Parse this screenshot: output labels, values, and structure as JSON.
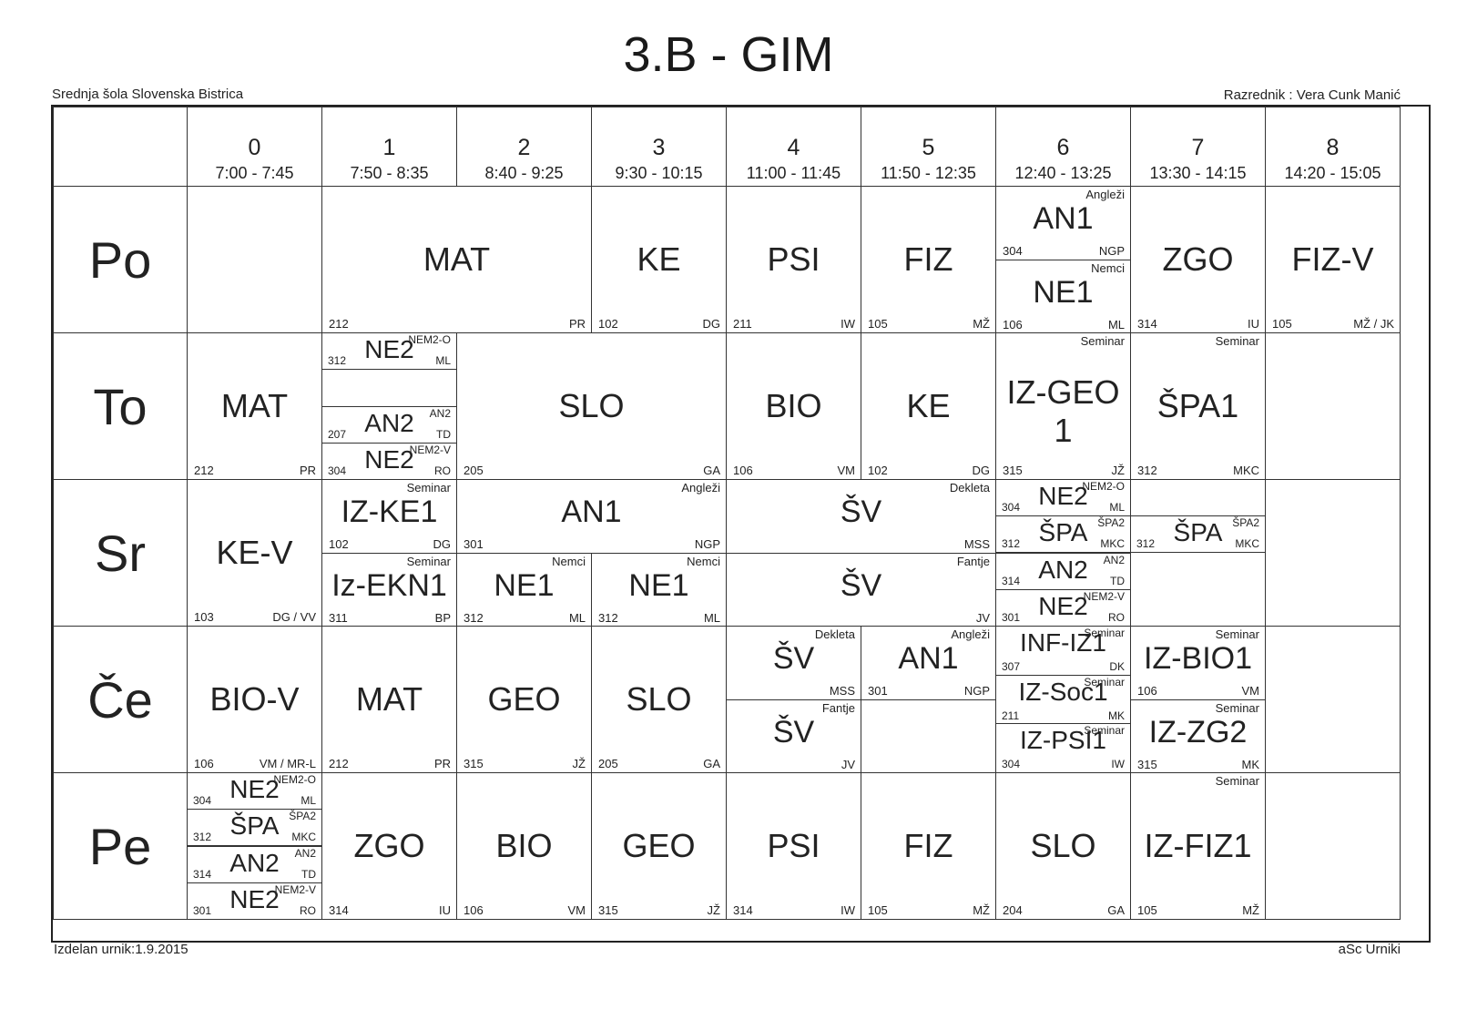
{
  "title": "3.B - GIM",
  "school": "Srednja šola Slovenska Bistrica",
  "teacher": "Razrednik : Vera Cunk Manić",
  "made": "Izdelan urnik:1.9.2015",
  "brand": "aSc Urniki",
  "periods": [
    {
      "num": "0",
      "time": "7:00 - 7:45"
    },
    {
      "num": "1",
      "time": "7:50 - 8:35"
    },
    {
      "num": "2",
      "time": "8:40 - 9:25"
    },
    {
      "num": "3",
      "time": "9:30 - 10:15"
    },
    {
      "num": "4",
      "time": "11:00 - 11:45"
    },
    {
      "num": "5",
      "time": "11:50 - 12:35"
    },
    {
      "num": "6",
      "time": "12:40 - 13:25"
    },
    {
      "num": "7",
      "time": "13:30 - 14:15"
    },
    {
      "num": "8",
      "time": "14:20 - 15:05"
    }
  ],
  "days": [
    "Po",
    "To",
    "Sr",
    "Če",
    "Pe"
  ],
  "lessons": [
    {
      "day": 0,
      "p": 1,
      "span": 2,
      "sub": [
        0,
        1
      ],
      "subj": "MAT",
      "group": "",
      "room": "212",
      "teacher": "PR"
    },
    {
      "day": 0,
      "p": 3,
      "span": 1,
      "sub": [
        0,
        1
      ],
      "subj": "KE",
      "group": "",
      "room": "102",
      "teacher": "DG"
    },
    {
      "day": 0,
      "p": 4,
      "span": 1,
      "sub": [
        0,
        1
      ],
      "subj": "PSI",
      "group": "",
      "room": "211",
      "teacher": "IW"
    },
    {
      "day": 0,
      "p": 5,
      "span": 1,
      "sub": [
        0,
        1
      ],
      "subj": "FIZ",
      "group": "",
      "room": "105",
      "teacher": "MŽ"
    },
    {
      "day": 0,
      "p": 6,
      "span": 1,
      "sub": [
        0,
        0.5
      ],
      "subj": "AN1",
      "group": "Angleži",
      "room": "304",
      "teacher": "NGP"
    },
    {
      "day": 0,
      "p": 6,
      "span": 1,
      "sub": [
        0.5,
        1
      ],
      "subj": "NE1",
      "group": "Nemci",
      "room": "106",
      "teacher": "ML"
    },
    {
      "day": 0,
      "p": 7,
      "span": 1,
      "sub": [
        0,
        1
      ],
      "subj": "ZGO",
      "group": "",
      "room": "314",
      "teacher": "IU"
    },
    {
      "day": 0,
      "p": 8,
      "span": 1,
      "sub": [
        0,
        1
      ],
      "subj": "FIZ-V",
      "group": "",
      "room": "105",
      "teacher": "MŽ / JK"
    },
    {
      "day": 1,
      "p": 0,
      "span": 1,
      "sub": [
        0,
        1
      ],
      "subj": "MAT",
      "group": "",
      "room": "212",
      "teacher": "PR"
    },
    {
      "day": 1,
      "p": 1,
      "span": 1,
      "sub": [
        0,
        0.25
      ],
      "subj": "NE2",
      "group": "NEM2-O",
      "room": "312",
      "teacher": "ML"
    },
    {
      "day": 1,
      "p": 1,
      "span": 1,
      "sub": [
        0.5,
        0.75
      ],
      "subj": "AN2",
      "group": "AN2",
      "room": "207",
      "teacher": "TD"
    },
    {
      "day": 1,
      "p": 1,
      "span": 1,
      "sub": [
        0.75,
        1
      ],
      "subj": "NE2",
      "group": "NEM2-V",
      "room": "304",
      "teacher": "RO"
    },
    {
      "day": 1,
      "p": 2,
      "span": 2,
      "sub": [
        0,
        1
      ],
      "subj": "SLO",
      "group": "",
      "room": "205",
      "teacher": "GA"
    },
    {
      "day": 1,
      "p": 4,
      "span": 1,
      "sub": [
        0,
        1
      ],
      "subj": "BIO",
      "group": "",
      "room": "106",
      "teacher": "VM"
    },
    {
      "day": 1,
      "p": 5,
      "span": 1,
      "sub": [
        0,
        1
      ],
      "subj": "KE",
      "group": "",
      "room": "102",
      "teacher": "DG"
    },
    {
      "day": 1,
      "p": 6,
      "span": 1,
      "sub": [
        0,
        1
      ],
      "subj": "IZ-GEO 1",
      "group": "Seminar",
      "room": "315",
      "teacher": "JŽ"
    },
    {
      "day": 1,
      "p": 7,
      "span": 1,
      "sub": [
        0,
        1
      ],
      "subj": "ŠPA1",
      "group": "Seminar",
      "room": "312",
      "teacher": "MKC"
    },
    {
      "day": 2,
      "p": 0,
      "span": 1,
      "sub": [
        0,
        1
      ],
      "subj": "KE-V",
      "group": "",
      "room": "103",
      "teacher": "DG / VV"
    },
    {
      "day": 2,
      "p": 1,
      "span": 1,
      "sub": [
        0,
        0.5
      ],
      "subj": "IZ-KE1",
      "group": "Seminar",
      "room": "102",
      "teacher": "DG"
    },
    {
      "day": 2,
      "p": 1,
      "span": 1,
      "sub": [
        0.5,
        1
      ],
      "subj": "Iz-EKN1",
      "group": "Seminar",
      "room": "311",
      "teacher": "BP"
    },
    {
      "day": 2,
      "p": 2,
      "span": 2,
      "sub": [
        0,
        0.5
      ],
      "subj": "AN1",
      "group": "Angleži",
      "room": "301",
      "teacher": "NGP"
    },
    {
      "day": 2,
      "p": 2,
      "span": 1,
      "sub": [
        0.5,
        1
      ],
      "subj": "NE1",
      "group": "Nemci",
      "room": "312",
      "teacher": "ML"
    },
    {
      "day": 2,
      "p": 3,
      "span": 1,
      "sub": [
        0.5,
        1
      ],
      "subj": "NE1",
      "group": "Nemci",
      "room": "312",
      "teacher": "ML"
    },
    {
      "day": 2,
      "p": 4,
      "span": 2,
      "sub": [
        0,
        0.5
      ],
      "subj": "ŠV",
      "group": "Dekleta",
      "room": "",
      "teacher": "MSS"
    },
    {
      "day": 2,
      "p": 4,
      "span": 2,
      "sub": [
        0.5,
        1
      ],
      "subj": "ŠV",
      "group": "Fantje",
      "room": "",
      "teacher": "JV"
    },
    {
      "day": 2,
      "p": 6,
      "span": 1,
      "sub": [
        0,
        0.25
      ],
      "subj": "NE2",
      "group": "NEM2-O",
      "room": "304",
      "teacher": "ML"
    },
    {
      "day": 2,
      "p": 6,
      "span": 1,
      "sub": [
        0.25,
        0.5
      ],
      "subj": "ŠPA",
      "group": "ŠPA2",
      "room": "312",
      "teacher": "MKC"
    },
    {
      "day": 2,
      "p": 6,
      "span": 1,
      "sub": [
        0.5,
        0.75
      ],
      "subj": "AN2",
      "group": "AN2",
      "room": "314",
      "teacher": "TD"
    },
    {
      "day": 2,
      "p": 6,
      "span": 1,
      "sub": [
        0.75,
        1
      ],
      "subj": "NE2",
      "group": "NEM2-V",
      "room": "301",
      "teacher": "RO"
    },
    {
      "day": 2,
      "p": 7,
      "span": 1,
      "sub": [
        0.25,
        0.5
      ],
      "subj": "ŠPA",
      "group": "ŠPA2",
      "room": "312",
      "teacher": "MKC"
    },
    {
      "day": 3,
      "p": 0,
      "span": 1,
      "sub": [
        0,
        1
      ],
      "subj": "BIO-V",
      "group": "",
      "room": "106",
      "teacher": "VM / MR-L"
    },
    {
      "day": 3,
      "p": 1,
      "span": 1,
      "sub": [
        0,
        1
      ],
      "subj": "MAT",
      "group": "",
      "room": "212",
      "teacher": "PR"
    },
    {
      "day": 3,
      "p": 2,
      "span": 1,
      "sub": [
        0,
        1
      ],
      "subj": "GEO",
      "group": "",
      "room": "315",
      "teacher": "JŽ"
    },
    {
      "day": 3,
      "p": 3,
      "span": 1,
      "sub": [
        0,
        1
      ],
      "subj": "SLO",
      "group": "",
      "room": "205",
      "teacher": "GA"
    },
    {
      "day": 3,
      "p": 4,
      "span": 1,
      "sub": [
        0,
        0.5
      ],
      "subj": "ŠV",
      "group": "Dekleta",
      "room": "",
      "teacher": "MSS"
    },
    {
      "day": 3,
      "p": 4,
      "span": 1,
      "sub": [
        0.5,
        1
      ],
      "subj": "ŠV",
      "group": "Fantje",
      "room": "",
      "teacher": "JV"
    },
    {
      "day": 3,
      "p": 5,
      "span": 1,
      "sub": [
        0,
        0.5
      ],
      "subj": "AN1",
      "group": "Angleži",
      "room": "301",
      "teacher": "NGP"
    },
    {
      "day": 3,
      "p": 6,
      "span": 1,
      "sub": [
        0,
        0.333
      ],
      "subj": "INF-IZ1",
      "group": "Seminar",
      "room": "307",
      "teacher": "DK"
    },
    {
      "day": 3,
      "p": 6,
      "span": 1,
      "sub": [
        0.333,
        0.667
      ],
      "subj": "IZ-Soc1",
      "group": "Seminar",
      "room": "211",
      "teacher": "MK"
    },
    {
      "day": 3,
      "p": 6,
      "span": 1,
      "sub": [
        0.667,
        1
      ],
      "subj": "IZ-PSI1",
      "group": "Seminar",
      "room": "304",
      "teacher": "IW"
    },
    {
      "day": 3,
      "p": 7,
      "span": 1,
      "sub": [
        0,
        0.5
      ],
      "subj": "IZ-BIO1",
      "group": "Seminar",
      "room": "106",
      "teacher": "VM"
    },
    {
      "day": 3,
      "p": 7,
      "span": 1,
      "sub": [
        0.5,
        1
      ],
      "subj": "IZ-ZG2",
      "group": "Seminar",
      "room": "315",
      "teacher": "MK"
    },
    {
      "day": 4,
      "p": 0,
      "span": 1,
      "sub": [
        0,
        0.25
      ],
      "subj": "NE2",
      "group": "NEM2-O",
      "room": "304",
      "teacher": "ML"
    },
    {
      "day": 4,
      "p": 0,
      "span": 1,
      "sub": [
        0.25,
        0.5
      ],
      "subj": "ŠPA",
      "group": "ŠPA2",
      "room": "312",
      "teacher": "MKC"
    },
    {
      "day": 4,
      "p": 0,
      "span": 1,
      "sub": [
        0.5,
        0.75
      ],
      "subj": "AN2",
      "group": "AN2",
      "room": "314",
      "teacher": "TD"
    },
    {
      "day": 4,
      "p": 0,
      "span": 1,
      "sub": [
        0.75,
        1
      ],
      "subj": "NE2",
      "group": "NEM2-V",
      "room": "301",
      "teacher": "RO"
    },
    {
      "day": 4,
      "p": 1,
      "span": 1,
      "sub": [
        0,
        1
      ],
      "subj": "ZGO",
      "group": "",
      "room": "314",
      "teacher": "IU"
    },
    {
      "day": 4,
      "p": 2,
      "span": 1,
      "sub": [
        0,
        1
      ],
      "subj": "BIO",
      "group": "",
      "room": "106",
      "teacher": "VM"
    },
    {
      "day": 4,
      "p": 3,
      "span": 1,
      "sub": [
        0,
        1
      ],
      "subj": "GEO",
      "group": "",
      "room": "315",
      "teacher": "JŽ"
    },
    {
      "day": 4,
      "p": 4,
      "span": 1,
      "sub": [
        0,
        1
      ],
      "subj": "PSI",
      "group": "",
      "room": "314",
      "teacher": "IW"
    },
    {
      "day": 4,
      "p": 5,
      "span": 1,
      "sub": [
        0,
        1
      ],
      "subj": "FIZ",
      "group": "",
      "room": "105",
      "teacher": "MŽ"
    },
    {
      "day": 4,
      "p": 6,
      "span": 1,
      "sub": [
        0,
        1
      ],
      "subj": "SLO",
      "group": "",
      "room": "204",
      "teacher": "GA"
    },
    {
      "day": 4,
      "p": 7,
      "span": 1,
      "sub": [
        0,
        1
      ],
      "subj": "IZ-FIZ1",
      "group": "Seminar",
      "room": "105",
      "teacher": "MŽ"
    }
  ]
}
